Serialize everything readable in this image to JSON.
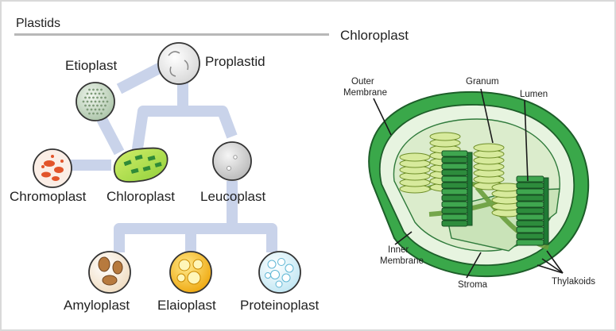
{
  "left_panel": {
    "title": "Plastids",
    "plastids": {
      "proplastid": "Proplastid",
      "etioplast": "Etioplast",
      "chromoplast": "Chromoplast",
      "chloroplast": "Chloroplast",
      "leucoplast": "Leucoplast",
      "amyloplast": "Amyloplast",
      "elaioplast": "Elaioplast",
      "proteinoplast": "Proteinoplast"
    }
  },
  "right_panel": {
    "title": "Chloroplast",
    "labels": {
      "outer_membrane_1": "Outer",
      "outer_membrane_2": "Membrane",
      "granum": "Granum",
      "lumen": "Lumen",
      "inner_membrane_1": "Inner",
      "inner_membrane_2": "Membrane",
      "stroma": "Stroma",
      "thylakoids": "Thylakoids"
    }
  },
  "colors": {
    "connector": "#c9d3ea",
    "outer_green": "#3aa84a",
    "stroma_fill": "#e3efd6",
    "granum_fill": "#d7ea9c",
    "dark_green": "#1f7a35",
    "chromo_red": "#e2542a",
    "amylo_brown": "#b77a3e",
    "elaio_yellow": "#f0b416",
    "protein_blue": "#8fd3ea"
  }
}
